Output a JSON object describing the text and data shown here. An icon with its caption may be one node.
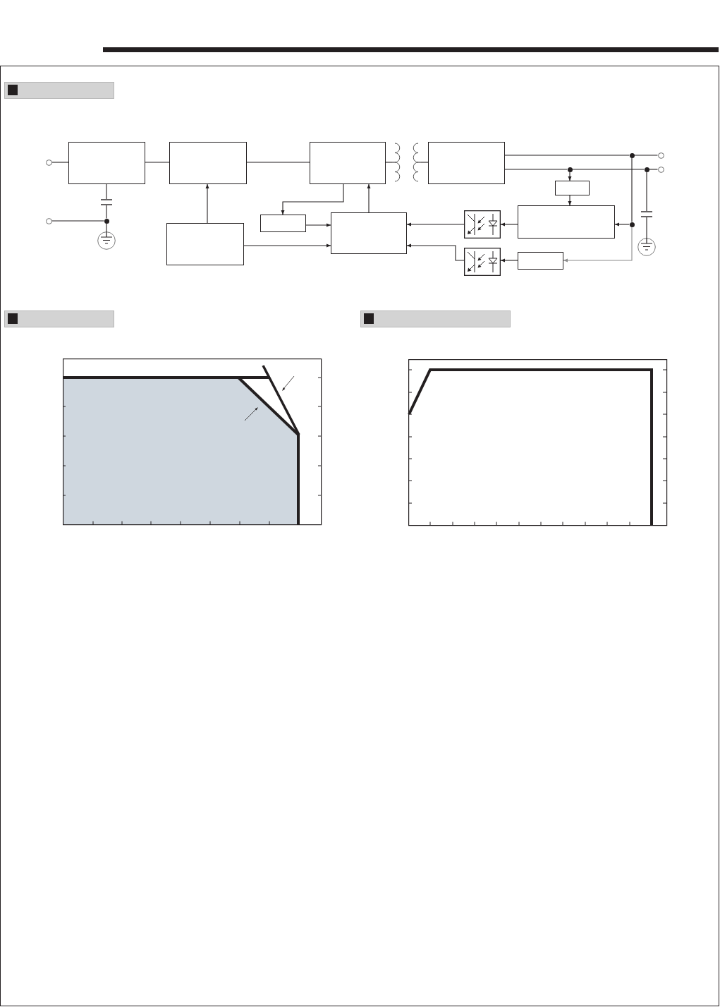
{
  "diagram": {
    "nodes": [
      {
        "text": [],
        "shape": "circle"
      },
      {
        "text": [],
        "shape": "box"
      },
      {
        "text": [],
        "shape": "box"
      },
      {
        "text": [],
        "shape": "box"
      },
      {
        "text": [],
        "shape": "picture"
      },
      {
        "text": [],
        "shape": "box"
      },
      {
        "text": [],
        "shape": "dot"
      },
      {
        "text": [],
        "shape": "circle"
      },
      {
        "text": [],
        "shape": "dot"
      },
      {
        "text": [],
        "shape": "dot"
      },
      {
        "text": [],
        "shape": "circle"
      },
      {
        "text": [],
        "shape": "box"
      },
      {
        "text": [],
        "shape": "picture"
      },
      {
        "text": [],
        "shape": "box"
      },
      {
        "text": [],
        "shape": "box"
      },
      {
        "text": [],
        "shape": "box"
      },
      {
        "text": [],
        "shape": "picture"
      },
      {
        "text": [],
        "shape": "picture"
      },
      {
        "text": [],
        "shape": "circle"
      },
      {
        "text": [],
        "shape": "dot"
      },
      {
        "text": [],
        "shape": "dot"
      },
      {
        "text": [],
        "shape": "box"
      },
      {
        "text": [],
        "shape": "picture"
      },
      {
        "text": [],
        "shape": "picture"
      },
      {
        "text": [],
        "shape": "box"
      },
      {
        "text": [],
        "shape": "picture"
      }
    ],
    "edges": [
      {
        "from": 0,
        "to": 1,
        "arrow": "none"
      },
      {
        "from": 1,
        "to": 2,
        "arrow": "none"
      },
      {
        "from": 2,
        "to": 3,
        "arrow": "none"
      },
      {
        "from": 3,
        "to": 4,
        "arrow": "none"
      },
      {
        "from": 4,
        "to": 5,
        "arrow": "none"
      },
      {
        "from": 5,
        "to": 6,
        "arrow": "none"
      },
      {
        "from": 6,
        "to": 7,
        "arrow": "none"
      },
      {
        "from": 5,
        "to": 8,
        "arrow": "none"
      },
      {
        "from": 8,
        "to": 9,
        "arrow": "none"
      },
      {
        "from": 9,
        "to": 10,
        "arrow": "none"
      },
      {
        "from": 8,
        "to": 11,
        "arrow": "to"
      },
      {
        "from": 11,
        "to": 13,
        "arrow": "to"
      },
      {
        "from": 9,
        "to": 17,
        "arrow": "none"
      },
      {
        "from": 17,
        "to": 23,
        "arrow": "none"
      },
      {
        "from": 6,
        "to": 20,
        "arrow": "none"
      },
      {
        "from": 20,
        "to": 13,
        "arrow": "to"
      },
      {
        "from": 20,
        "to": 24,
        "arrow": "to",
        "color": "#8c8c8c"
      },
      {
        "from": 13,
        "to": 16,
        "arrow": "to"
      },
      {
        "from": 16,
        "to": 14,
        "arrow": "to"
      },
      {
        "from": 24,
        "to": 25,
        "arrow": "to"
      },
      {
        "from": 25,
        "to": 14,
        "arrow": "to"
      },
      {
        "from": 14,
        "to": 3,
        "arrow": "to"
      },
      {
        "from": 3,
        "to": 15,
        "arrow": "to"
      },
      {
        "from": 15,
        "to": 14,
        "arrow": "to"
      },
      {
        "from": 21,
        "to": 2,
        "arrow": "to"
      },
      {
        "from": 21,
        "to": 14,
        "arrow": "to"
      },
      {
        "from": 1,
        "to": 12,
        "arrow": "none"
      },
      {
        "from": 12,
        "to": 19,
        "arrow": "none"
      },
      {
        "from": 18,
        "to": 19,
        "arrow": "none"
      },
      {
        "from": 19,
        "to": 22,
        "arrow": "none"
      }
    ]
  }
}
